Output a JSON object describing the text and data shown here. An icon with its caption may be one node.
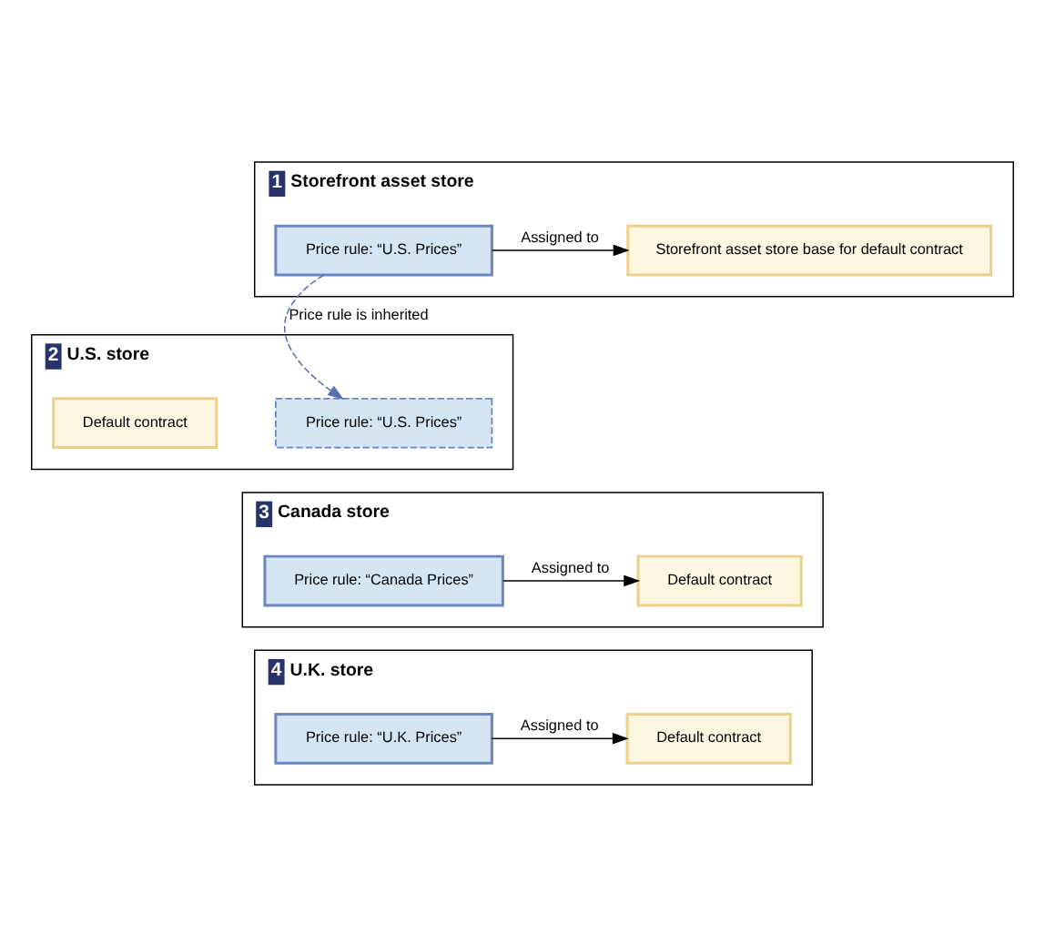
{
  "diagram": {
    "nodes": [
      {
        "text": [
          "Storefront asset store"
        ],
        "beside": [
          "1"
        ]
      },
      {
        "text": [
          "Price rule: “U.S. Prices”"
        ],
        "in": 0
      },
      {
        "text": [
          "Storefront asset store base for default contract"
        ],
        "in": 0
      },
      {
        "text": [
          "U.S. store"
        ],
        "beside": [
          "2"
        ]
      },
      {
        "text": [
          "Price rule: “U.S. Prices”"
        ],
        "in": 3
      },
      {
        "text": [
          "Default contract"
        ],
        "in": 3
      },
      {
        "text": [
          "Canada store"
        ],
        "beside": [
          "3"
        ]
      },
      {
        "text": [
          "Price rule: “Canada Prices”"
        ],
        "in": 6
      },
      {
        "text": [
          "Default contract"
        ],
        "in": 6
      },
      {
        "text": [
          "U.K. store"
        ],
        "beside": [
          "4"
        ]
      },
      {
        "text": [
          "Price rule: “U.K. Prices”"
        ],
        "in": 9
      },
      {
        "text": [
          "Default contract"
        ],
        "in": 9
      }
    ],
    "edges": [
      {
        "from": 1,
        "to": 2,
        "arrow": "to",
        "label": "Assigned to"
      },
      {
        "from": 1,
        "to": 4,
        "arrow": "to",
        "label": "Price rule is inherited",
        "style": "dashed",
        "color": "#5a6fb0"
      },
      {
        "from": 7,
        "to": 8,
        "arrow": "to",
        "label": "Assigned to"
      },
      {
        "from": 10,
        "to": 11,
        "arrow": "to",
        "label": "Assigned to"
      }
    ]
  }
}
